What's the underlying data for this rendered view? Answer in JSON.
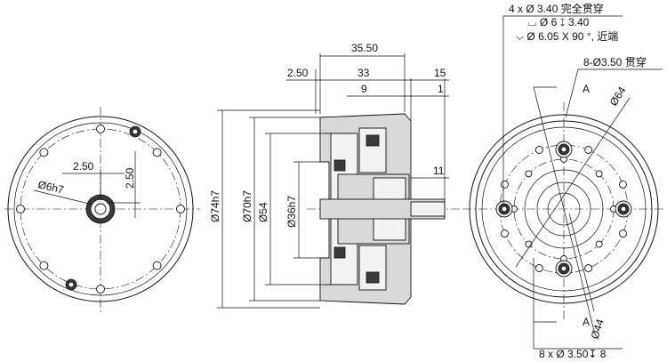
{
  "colors": {
    "ink": "#111111",
    "paper": "#ffffff",
    "steel": "#d9d9d9",
    "dark": "#3a3a3a"
  },
  "front_view": {
    "dim_offset_x": "2.50",
    "dim_offset_y": "2.50",
    "bore": "Ø6h7"
  },
  "section_view": {
    "length_total": "35.50",
    "length_body": "33",
    "flange": "2.50",
    "shaft_ext": "15",
    "step_9": "9",
    "step_1": "1",
    "shaft_len": "11",
    "dia_outer": "Ø74h7",
    "dia_70": "Ø70h7",
    "dia_54": "Ø54",
    "dia_36": "Ø36h7"
  },
  "rear_view": {
    "note_1": "4 x Ø 3.40 完全贯穿",
    "note_2": "⌴ Ø 6 ↧ 3.40",
    "note_3": "⌵ Ø 6.05 X 90 °, 近端",
    "note_4": "8-Ø3.50 贯穿",
    "note_5": "8 x Ø 3.50↧ 8",
    "pcd_64": "Ø64",
    "pcd_44": "Ø44",
    "section_mark_top": "A",
    "section_mark_bottom": "A"
  }
}
